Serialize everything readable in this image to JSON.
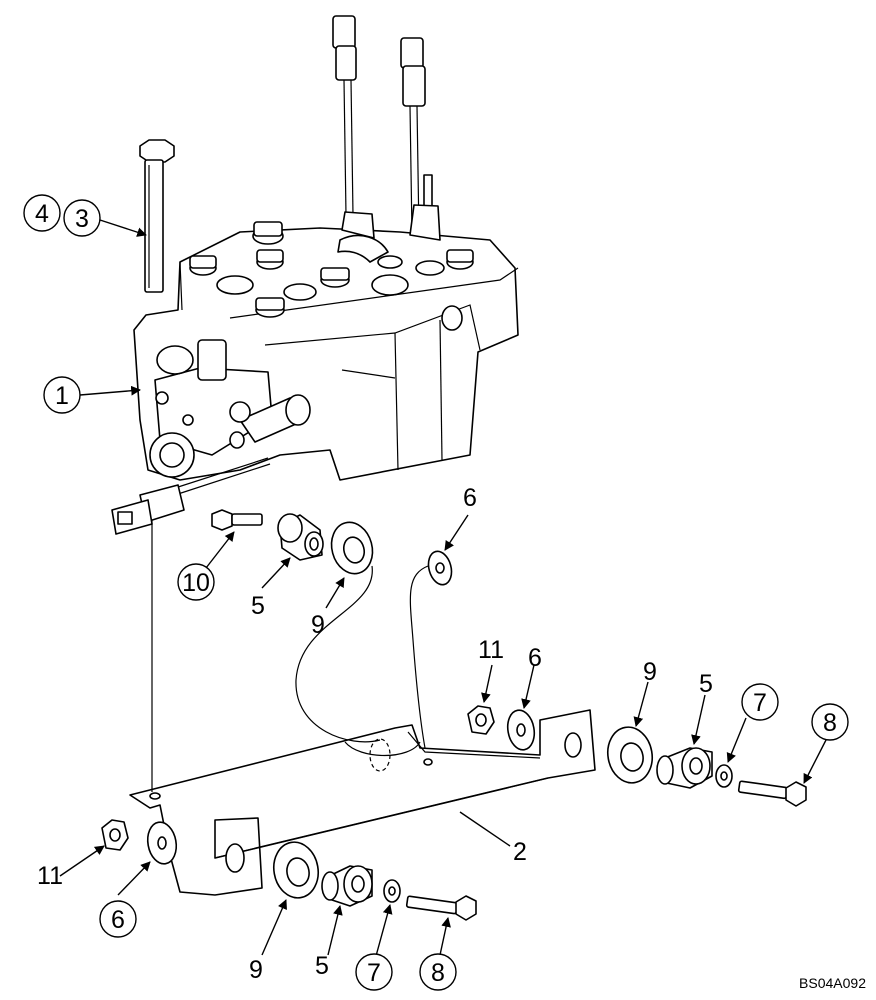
{
  "drawing_code": "BS04A092",
  "callouts": {
    "c1": "1",
    "c2": "2",
    "c3": "3",
    "c4": "4",
    "c5a": "5",
    "c5b": "5",
    "c5c": "5",
    "c6a": "6",
    "c6b": "6",
    "c6c": "6",
    "c7a": "7",
    "c7b": "7",
    "c8a": "8",
    "c8b": "8",
    "c9a": "9",
    "c9b": "9",
    "c9c": "9",
    "c10": "10",
    "c11a": "11",
    "c11b": "11"
  },
  "colors": {
    "line": "#000000",
    "background": "#ffffff"
  }
}
